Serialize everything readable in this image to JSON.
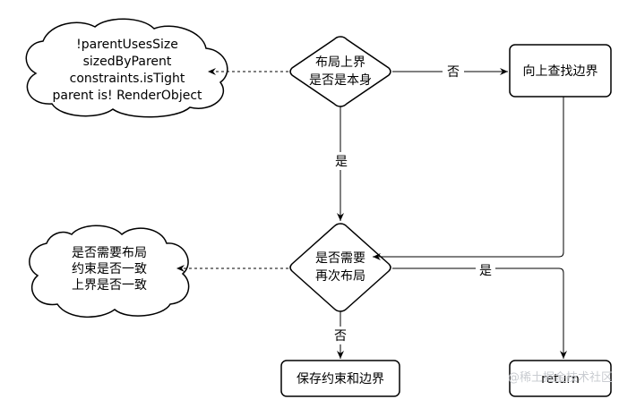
{
  "nodes": {
    "cloud_top": {
      "lines": [
        "!parentUsesSize",
        "sizedByParent",
        "constraints.isTight",
        "parent is! RenderObject"
      ]
    },
    "decision_top": {
      "lines": [
        "布局上界",
        "是否是本身"
      ]
    },
    "box_find_boundary": {
      "lines": [
        "向上查找边界"
      ]
    },
    "decision_bottom": {
      "lines": [
        "是否需要",
        "再次布局"
      ]
    },
    "cloud_bottom": {
      "lines": [
        "是否需要布局",
        "约束是否一致",
        "上界是否一致"
      ]
    },
    "box_save": {
      "lines": [
        "保存约束和边界"
      ]
    },
    "box_return": {
      "lines": [
        "return"
      ]
    }
  },
  "edges": {
    "top_to_box": "否",
    "top_to_bottom": "是",
    "bottom_to_return": "是",
    "bottom_to_save": "否"
  },
  "watermark": "@稀土掘金技术社区"
}
